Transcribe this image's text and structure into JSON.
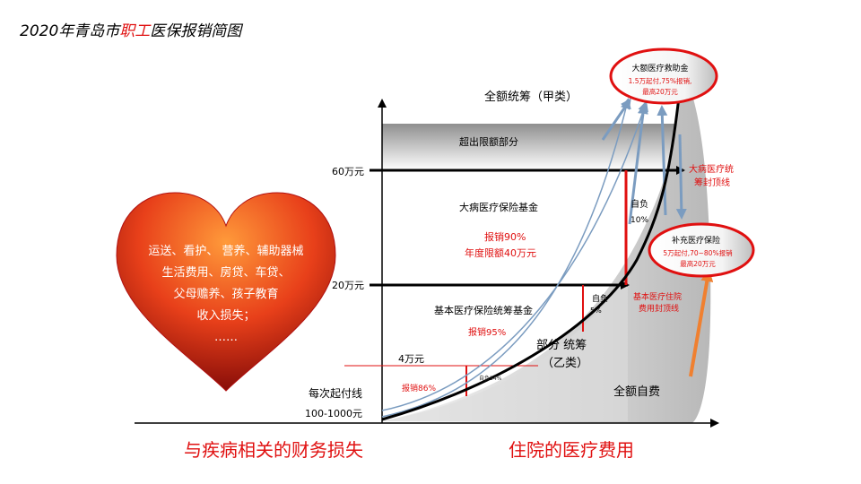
{
  "title": {
    "prefix": "2020年青岛市",
    "highlight": "职工",
    "suffix": "医保报销简图"
  },
  "heart": {
    "lines": [
      "运送、看护、 营养、辅助器械",
      "生活费用、房贷、车贷、",
      "父母赡养、孩子教育",
      "收入损失；",
      "……"
    ]
  },
  "axis": {
    "y_labels": {
      "l60": "60万元",
      "l20": "20万元",
      "l4": "4万元",
      "deductible_title": "每次起付线",
      "deductible_range": "100-1000元"
    }
  },
  "regions": {
    "full_pooling": "全额统筹（甲类）",
    "over_limit": "超出限额部分",
    "serious_fund": "大病医疗保险基金",
    "serious_rate": "报销90%",
    "serious_limit": "年度限额40万元",
    "serious_self": "自负",
    "serious_self_pct": "10%",
    "basic_fund": "基本医疗保险统筹基金",
    "basic_rate": "报销95%",
    "basic_self": "自负",
    "basic_self_pct": "5%",
    "partial_pooling_1": "部分  统筹",
    "partial_pooling_2": "（乙类）",
    "low_rate": "报销86%",
    "low_self": "自负14%",
    "self_paid": "全额自费"
  },
  "callouts": {
    "rescue_title": "大额医疗救助金",
    "rescue_line1": "1.5万起付,75%报销,",
    "rescue_line2": "最高20万元",
    "serious_cap_1": "大病医疗统",
    "serious_cap_2": "筹封顶线",
    "supp_title": "补充医疗保险",
    "supp_line1": "5万起付,70~80%报销",
    "supp_line2": "最高20万元",
    "basic_cap_1": "基本医疗住院",
    "basic_cap_2": "费用封顶线"
  },
  "bottom": {
    "left": "与疾病相关的财务损失",
    "right": "住院的医疗费用"
  },
  "colors": {
    "accent_red": "#e01010",
    "arrow_blue": "#7b9cc0",
    "arrow_orange": "#f08030",
    "curve_black": "#000000"
  }
}
